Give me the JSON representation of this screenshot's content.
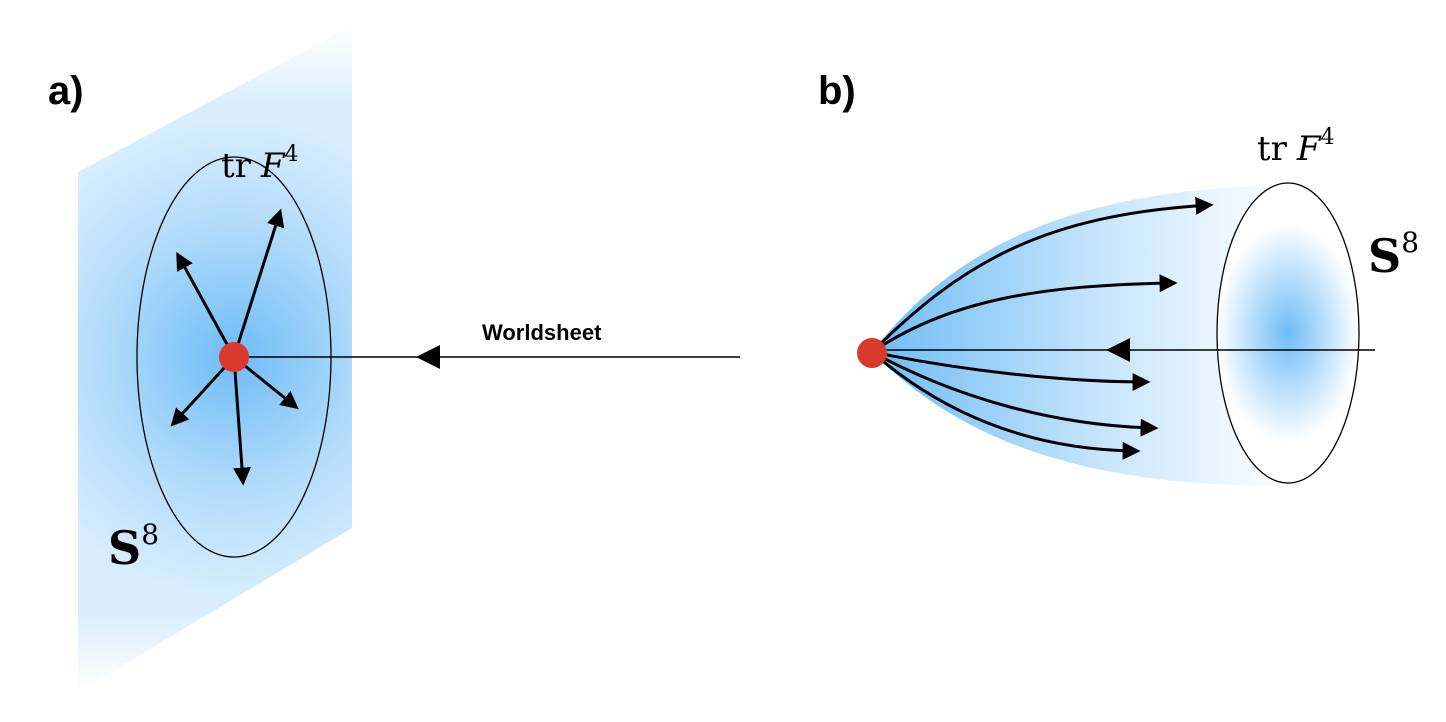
{
  "panels": {
    "a": {
      "label": "a)",
      "operator": {
        "tr": "tr",
        "field": "F",
        "power": "4"
      },
      "sphere": {
        "symbol": "S",
        "power": "8"
      },
      "worldsheet_label": "Worldsheet"
    },
    "b": {
      "label": "b)",
      "operator": {
        "tr": "tr",
        "field": "F",
        "power": "4"
      },
      "sphere": {
        "symbol": "S",
        "power": "8"
      }
    }
  },
  "colors": {
    "gradient_center": "#6ebcf7",
    "gradient_edge": "#ffffff",
    "point": "#d93a2b",
    "line": "#000000"
  }
}
